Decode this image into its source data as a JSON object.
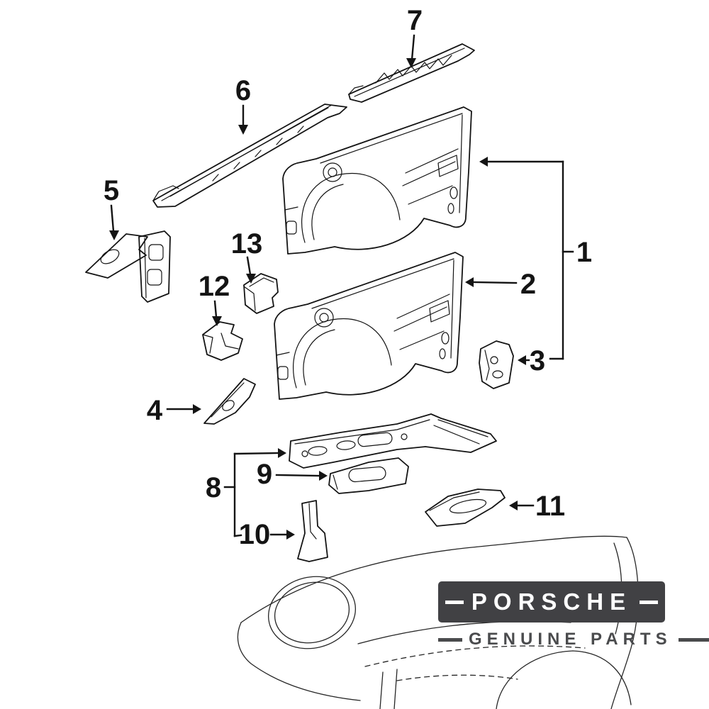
{
  "canvas": {
    "background": "#ffffff",
    "line_color": "#141414"
  },
  "diagram": {
    "kind": "exploded-parts-diagram",
    "callouts": [
      {
        "label": "1"
      },
      {
        "label": "2"
      },
      {
        "label": "3"
      },
      {
        "label": "4"
      },
      {
        "label": "5"
      },
      {
        "label": "6"
      },
      {
        "label": "7"
      },
      {
        "label": "8"
      },
      {
        "label": "9"
      },
      {
        "label": "10"
      },
      {
        "label": "11"
      },
      {
        "label": "12"
      },
      {
        "label": "13"
      }
    ]
  },
  "branding": {
    "primary": "PORSCHE",
    "secondary": "GENUINE PARTS",
    "box_color": "#414144",
    "primary_text_color": "#ffffff",
    "secondary_text_color": "#4a4b4d"
  }
}
